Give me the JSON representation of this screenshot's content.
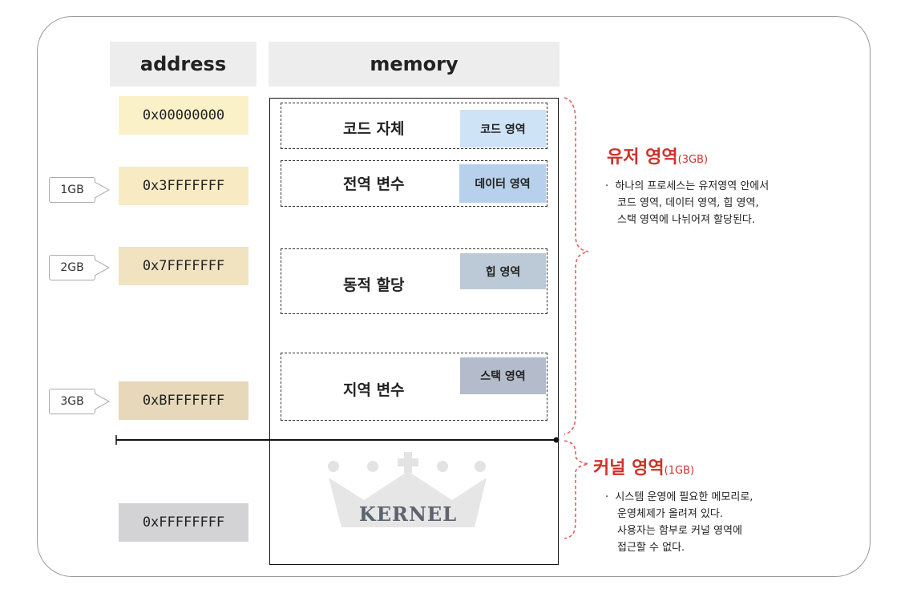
{
  "headers": {
    "address": "address",
    "memory": "memory"
  },
  "addresses": [
    {
      "value": "0x00000000",
      "color": "#fbf1c9"
    },
    {
      "value": "0x3FFFFFFF",
      "color": "#f8ebc4"
    },
    {
      "value": "0x7FFFFFFF",
      "color": "#f1e2c0"
    },
    {
      "value": "0xBFFFFFFF",
      "color": "#e6d8b9"
    },
    {
      "value": "0xFFFFFFFF",
      "color": "#d3d3d5"
    }
  ],
  "gb_markers": [
    "1GB",
    "2GB",
    "3GB"
  ],
  "segments": [
    {
      "label": "코드 자체",
      "tag": "코드 영역",
      "tag_color": "#cfe3f6"
    },
    {
      "label": "전역 변수",
      "tag": "데이터 영역",
      "tag_color": "#b7d1ec"
    },
    {
      "label": "동적 할당",
      "tag": "힙 영역",
      "tag_color": "#bccad7"
    },
    {
      "label": "지역 변수",
      "tag": "스택 영역",
      "tag_color": "#b4bccb"
    }
  ],
  "kernel_logo_text": "KERNEL",
  "user_space": {
    "title": "유저 영역",
    "size": "(3GB)",
    "color": "#d0302b",
    "lines": [
      "하나의 프로세스는 유저영역 안에서",
      "코드 영역, 데이터 영역, 힙 영역,",
      "스택 영역에 나뉘어져 할당된다."
    ]
  },
  "kernel_space": {
    "title": "커널 영역",
    "size": "(1GB)",
    "color": "#d0302b",
    "lines": [
      "시스템 운영에 필요한 메모리로,",
      "운영체제가 올려져 있다.",
      "사용자는 함부로 커널 영역에",
      "접근할 수 없다."
    ]
  }
}
